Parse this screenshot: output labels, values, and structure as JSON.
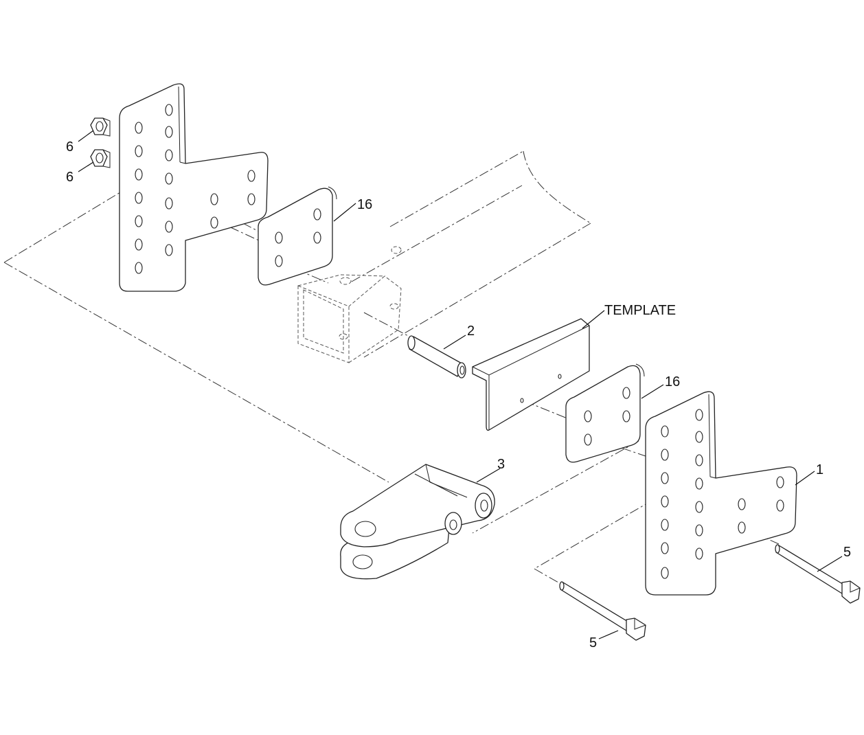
{
  "callouts": {
    "plate_left": "6",
    "nut_lower": "6",
    "spacer_upper": "16",
    "template": "TEMPLATE",
    "pin": "2",
    "spacer_lower": "16",
    "clevis": "3",
    "bracket_right": "1",
    "bolt_right": "5",
    "bolt_lower": "5"
  }
}
